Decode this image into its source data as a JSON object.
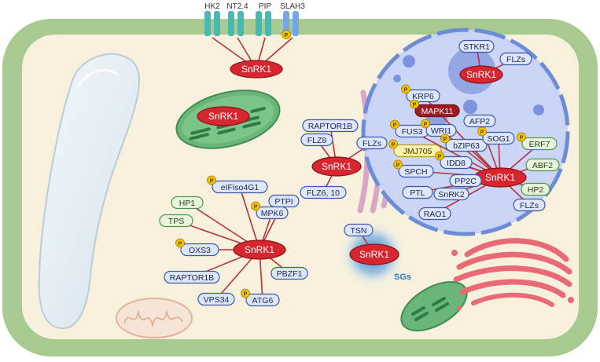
{
  "membrane_transporters": [
    {
      "id": "hk2",
      "label": "HK2",
      "phospho": false
    },
    {
      "id": "nt24",
      "label": "NT2.4",
      "phospho": false
    },
    {
      "id": "pip",
      "label": "PIP",
      "phospho": false
    },
    {
      "id": "slah3",
      "label": "SLAH3",
      "phospho": true
    }
  ],
  "hubs": [
    {
      "id": "membrane",
      "label": "SnRK1"
    },
    {
      "id": "chloroplast",
      "label": "SnRK1"
    },
    {
      "id": "cytoplasm",
      "label": "SnRK1"
    },
    {
      "id": "golgi",
      "label": "SnRK1"
    },
    {
      "id": "sg",
      "label": "SnRK1"
    },
    {
      "id": "nucleus",
      "label": "SnRK1"
    },
    {
      "id": "nucleolus",
      "label": "SnRK1"
    }
  ],
  "cytoplasm_partners": [
    {
      "id": "eifiso4g1",
      "label": "eIFiso4G1",
      "phospho": true,
      "type": "blue"
    },
    {
      "id": "hp1",
      "label": "HP1",
      "phospho": false,
      "type": "green"
    },
    {
      "id": "ptpi",
      "label": "PTPI",
      "phospho": false,
      "type": "blue"
    },
    {
      "id": "mpk6",
      "label": "MPK6",
      "phospho": true,
      "type": "blue"
    },
    {
      "id": "tps",
      "label": "TPS",
      "phospho": false,
      "type": "green"
    },
    {
      "id": "oxs3",
      "label": "OXS3",
      "phospho": true,
      "type": "blue"
    },
    {
      "id": "raptor1b_c",
      "label": "RAPTOR1B",
      "phospho": false,
      "type": "blue"
    },
    {
      "id": "pbzf1",
      "label": "PBZF1",
      "phospho": false,
      "type": "blue"
    },
    {
      "id": "vps34",
      "label": "VPS34",
      "phospho": false,
      "type": "blue"
    },
    {
      "id": "atg6",
      "label": "ATG6",
      "phospho": true,
      "type": "blue"
    }
  ],
  "golgi_partners": [
    {
      "id": "raptor1b_g",
      "label": "RAPTOR1B",
      "phospho": false,
      "type": "blue"
    },
    {
      "id": "flz8",
      "label": "FLZ8",
      "phospho": false,
      "type": "blue"
    },
    {
      "id": "flzs_g",
      "label": "FLZs",
      "phospho": false,
      "type": "blue"
    },
    {
      "id": "flz610",
      "label": "FLZ6, 10",
      "phospho": false,
      "type": "blue"
    }
  ],
  "sg_partners": [
    {
      "id": "tsn",
      "label": "TSN",
      "phospho": false,
      "type": "blue"
    }
  ],
  "sg_label": "SGs",
  "nucleolus_partners": [
    {
      "id": "stkr1",
      "label": "STKR1",
      "phospho": false,
      "type": "blue"
    },
    {
      "id": "flzs_n",
      "label": "FLZs",
      "phospho": false,
      "type": "blue"
    }
  ],
  "nucleus_partners": [
    {
      "id": "krp6",
      "label": "KRP6",
      "phospho": true,
      "type": "blue"
    },
    {
      "id": "mapk11",
      "label": "MAPK11",
      "phospho": true,
      "type": "red"
    },
    {
      "id": "fus3",
      "label": "FUS3",
      "phospho": true,
      "type": "blue"
    },
    {
      "id": "wri1",
      "label": "WRI1",
      "phospho": true,
      "type": "blue"
    },
    {
      "id": "afp2",
      "label": "AFP2",
      "phospho": false,
      "type": "blue"
    },
    {
      "id": "bzip63",
      "label": "bZIP63",
      "phospho": true,
      "type": "blue"
    },
    {
      "id": "sog1",
      "label": "SOG1",
      "phospho": true,
      "type": "blue"
    },
    {
      "id": "jmj705",
      "label": "JMJ705",
      "phospho": true,
      "type": "yellow"
    },
    {
      "id": "idd8",
      "label": "IDD8",
      "phospho": true,
      "type": "blue"
    },
    {
      "id": "erf7",
      "label": "ERF7",
      "phospho": true,
      "type": "green"
    },
    {
      "id": "spch",
      "label": "SPCH",
      "phospho": true,
      "type": "blue"
    },
    {
      "id": "pp2c",
      "label": "PP2C",
      "phospho": false,
      "type": "blue"
    },
    {
      "id": "abf2",
      "label": "ABF2",
      "phospho": false,
      "type": "green"
    },
    {
      "id": "ptl",
      "label": "PTL",
      "phospho": false,
      "type": "blue"
    },
    {
      "id": "snrk2",
      "label": "SnRK2",
      "phospho": false,
      "type": "blue"
    },
    {
      "id": "hp2",
      "label": "HP2",
      "phospho": false,
      "type": "green"
    },
    {
      "id": "flzs_nu",
      "label": "FLZs",
      "phospho": false,
      "type": "blue"
    },
    {
      "id": "rao1",
      "label": "RAO1",
      "phospho": false,
      "type": "blue"
    }
  ],
  "phospho_symbol": "P",
  "colors": {
    "cell_wall": "#a8c98f",
    "cytoplasm": "#f6f0dd",
    "hub": "#d7262f",
    "line": "#b8323a",
    "blue_fill": "#dde6fa",
    "blue_stroke": "#3d58a8",
    "green_fill": "#e8f5dc",
    "green_stroke": "#4e9a45",
    "red_fill": "#9f1c24",
    "yellow_fill": "#fff1b0",
    "yellow_stroke": "#b59a2a",
    "phospho": "#f2c200",
    "vacuole": "#e2edf3",
    "nucleus": "#c9d3f5"
  }
}
